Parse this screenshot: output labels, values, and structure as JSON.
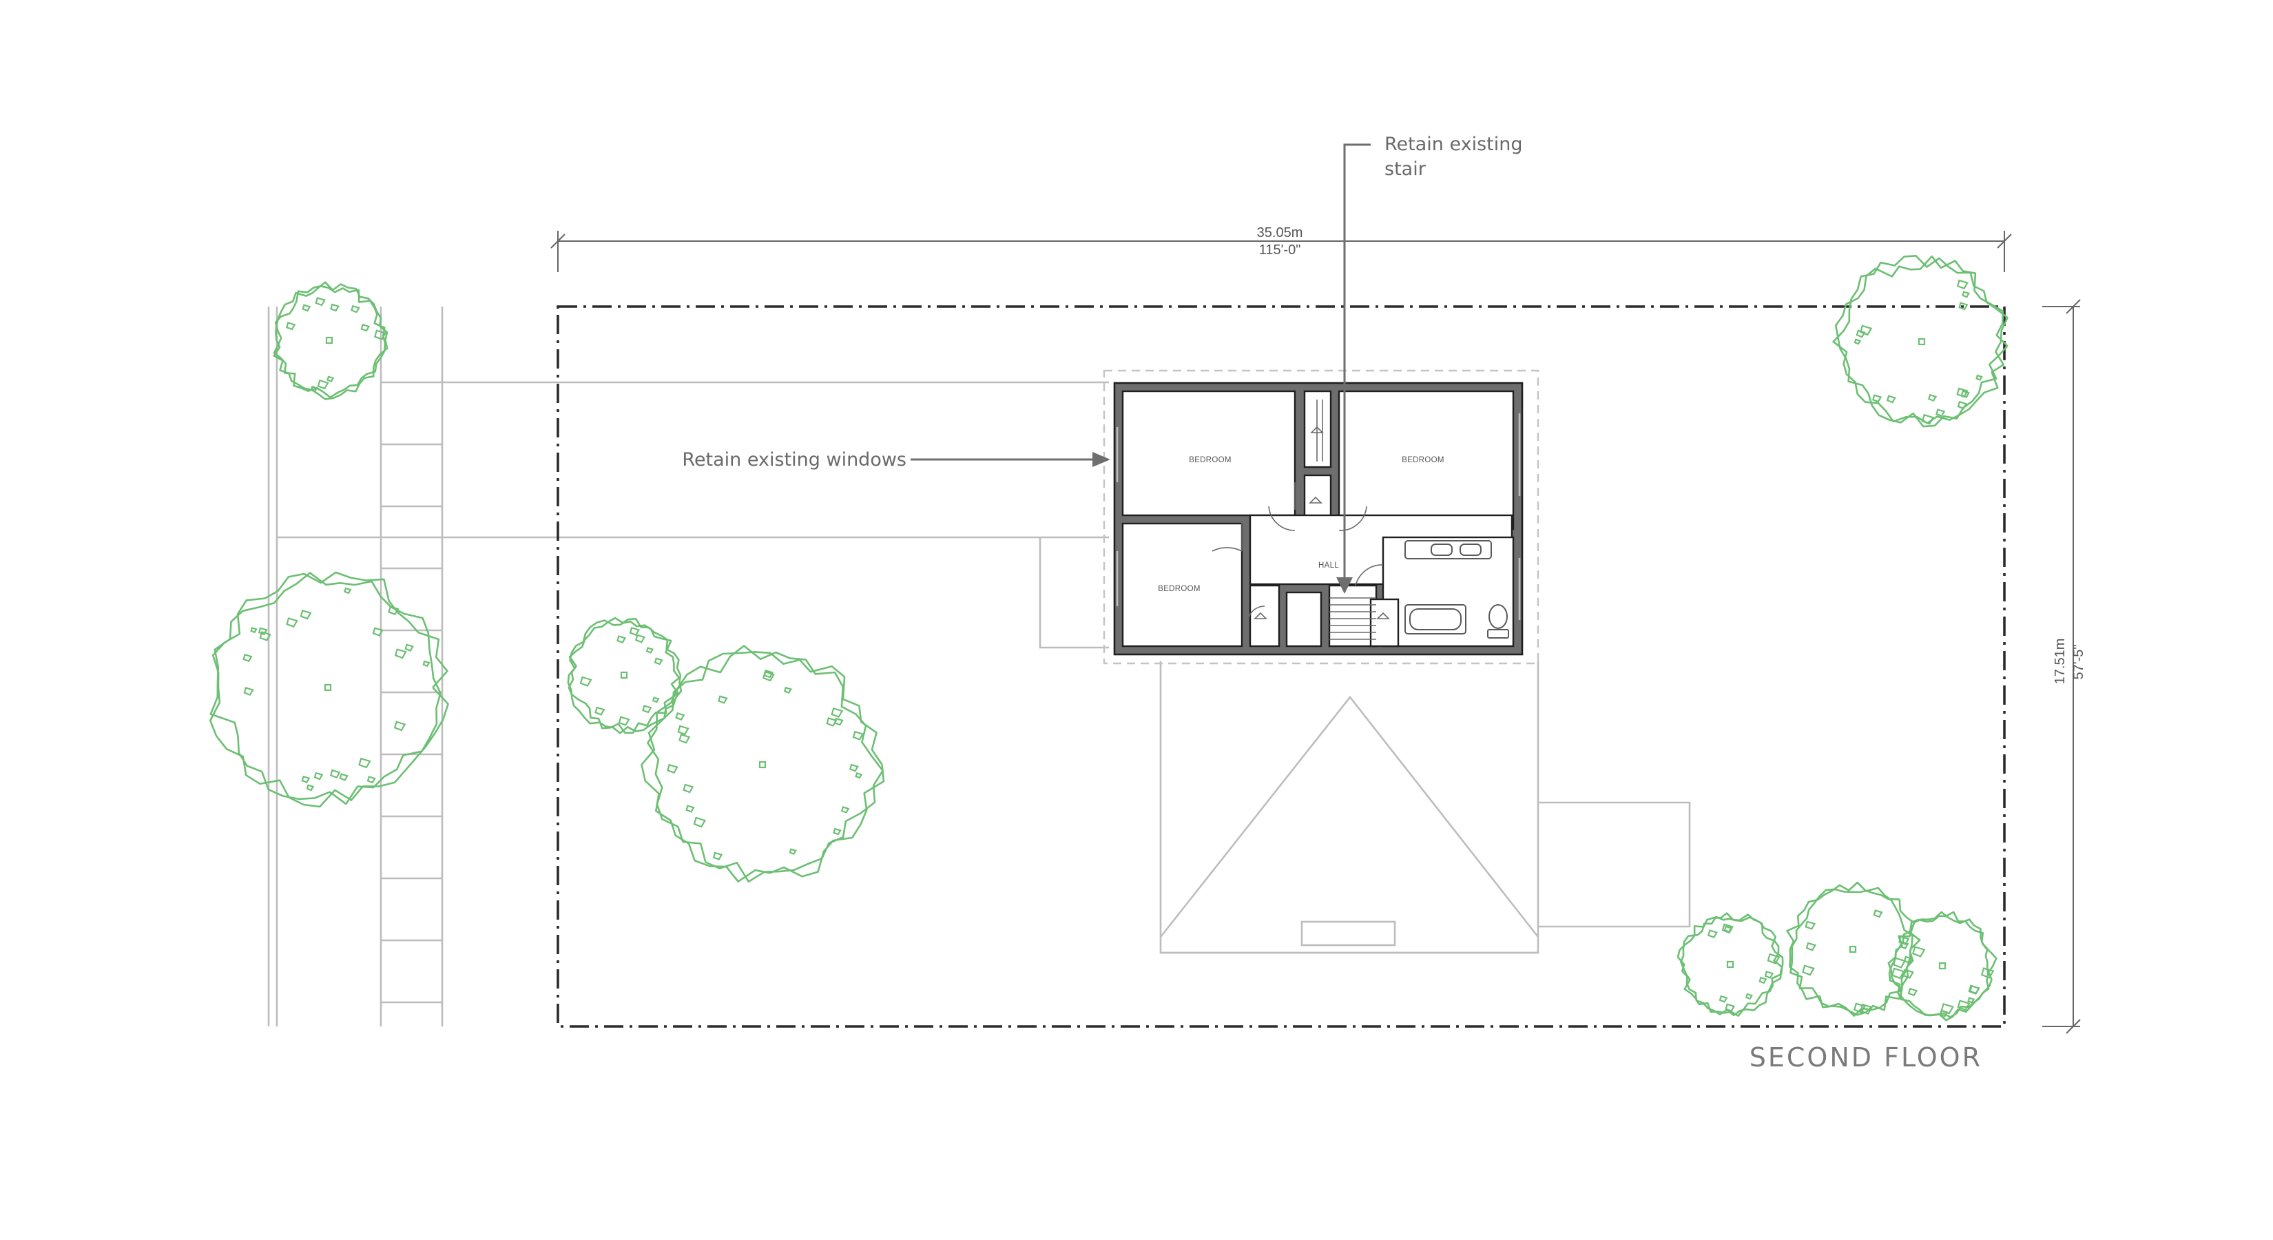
{
  "drawing": {
    "title": "SECOND FLOOR"
  },
  "annotations": {
    "stair_note_line1": "Retain existing",
    "stair_note_line2": "stair",
    "windows_note": "Retain existing windows"
  },
  "dimensions": {
    "width_metric": "35.05m",
    "width_imperial": "115'-0\"",
    "depth_metric": "17.51m",
    "depth_imperial": "57'-5\""
  },
  "rooms": {
    "bedroom_top_left": "BEDROOM",
    "bedroom_top_right": "BEDROOM",
    "bedroom_bottom_left": "BEDROOM",
    "hall": "HALL"
  },
  "colors": {
    "tree_outline": "#6cbf73",
    "wall_fill": "#6e6e6e",
    "linework": "#bdbdbd"
  }
}
